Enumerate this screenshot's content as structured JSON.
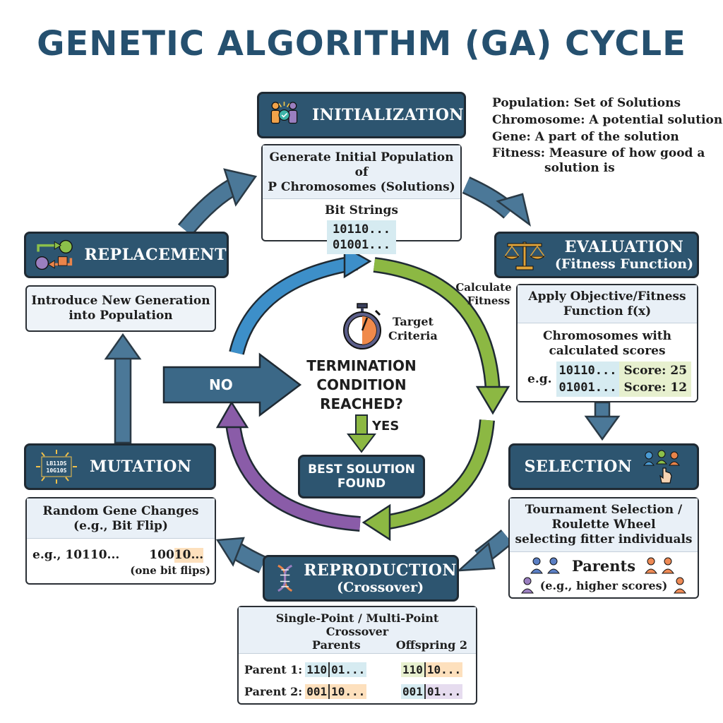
{
  "title": "GENETIC ALGORITHM (GA) CYCLE",
  "definitions": [
    "Population: Set of Solutions",
    "Chromosome: A potential solution",
    "Gene: A part of the solution",
    "Fitness: Measure of how good a",
    "solution is"
  ],
  "initialization": {
    "title": "INITIALIZATION",
    "desc_line1": "Generate Initial Population of",
    "desc_line2": "P Chromosomes (Solutions)",
    "bit_label": "Bit Strings",
    "bits": [
      "10110...",
      "01001..."
    ]
  },
  "evaluation": {
    "title": "EVALUATION",
    "subtitle": "(Fitness Function)",
    "desc_line1": "Apply Objective/Fitness",
    "desc_line2": "Function f(x)",
    "scores_label_1": "Chromosomes with",
    "scores_label_2": "calculated scores",
    "eg": "e.g.",
    "rows": [
      {
        "bits": "10110...",
        "score": "Score: 25"
      },
      {
        "bits": "01001...",
        "score": "Score: 12"
      }
    ]
  },
  "calculate_fitness": [
    "Calculate",
    "Fitness"
  ],
  "selection": {
    "title": "SELECTION",
    "desc_line1": "Tournament Selection /",
    "desc_line2": "Roulette Wheel",
    "desc_line3": "selecting fitter individuals",
    "parents": "Parents",
    "parents_note": "(e.g., higher scores)"
  },
  "reproduction": {
    "title": "REPRODUCTION",
    "subtitle": "(Crossover)",
    "desc_line1": "Single-Point / Multi-Point",
    "desc_line2": "Crossover",
    "parents_header": "Parents",
    "offspring_header": "Offspring 2",
    "p1_label": "Parent 1:",
    "p1_a": "110",
    "p1_b": "01...",
    "p2_label": "Parent 2:",
    "p2_a": "001",
    "p2_b": "10...",
    "o1_a": "110",
    "o1_b": "10...",
    "o2_a": "001",
    "o2_b": "01..."
  },
  "mutation": {
    "title": "MUTATION",
    "icon_text_1": "LB11DS",
    "icon_text_2": "10G10S",
    "desc_line1": "Random Gene Changes",
    "desc_line2": "(e.g., Bit Flip)",
    "eg": "e.g., 10110...",
    "result_a": "100",
    "result_b": "10...",
    "note": "(one bit flips)"
  },
  "replacement": {
    "title": "REPLACEMENT",
    "desc_line1": "Introduce New Generation",
    "desc_line2": "into Population"
  },
  "termination": {
    "target_1": "Target",
    "target_2": "Criteria",
    "q1": "TERMINATION",
    "q2": "CONDITION",
    "q3": "REACHED?",
    "no": "NO",
    "yes": "YES",
    "best_1": "BEST SOLUTION",
    "best_2": "FOUND"
  },
  "colors": {
    "navy": "#2d5570",
    "title": "#25506f",
    "arrow_blue": "#3d8fc9",
    "arrow_green": "#8cb843",
    "arrow_purple": "#8a5ca8",
    "slate_arrow": "#3f6d8c"
  }
}
